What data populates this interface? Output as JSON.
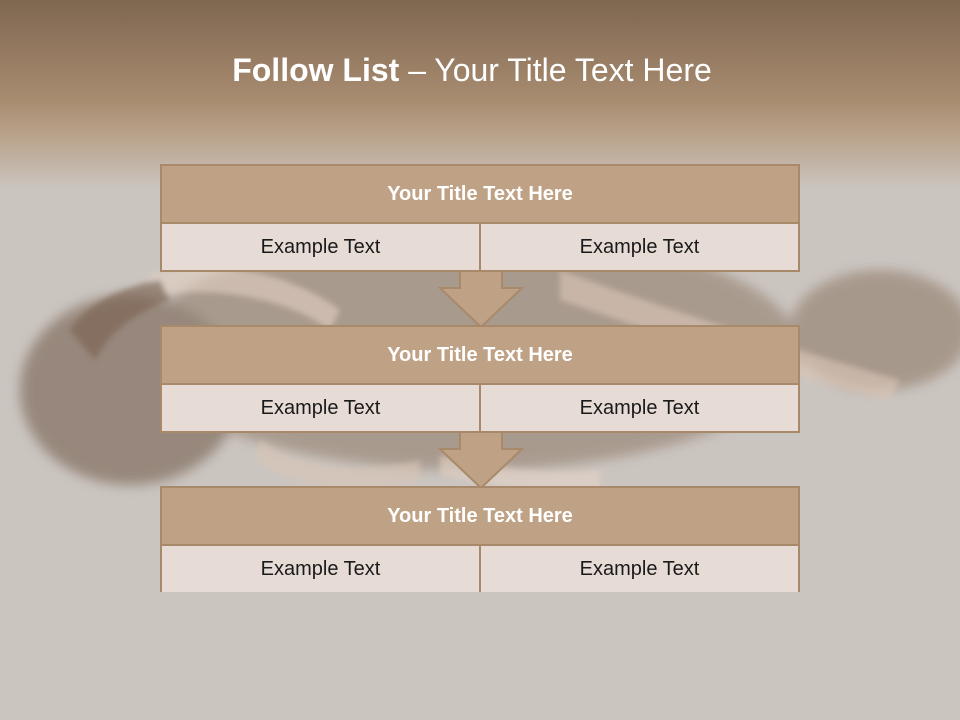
{
  "slide": {
    "title_bold": "Follow List",
    "title_rest": " – Your Title Text Here"
  },
  "blocks": [
    {
      "header": "Your Title Text Here",
      "left": "Example Text",
      "right": "Example Text"
    },
    {
      "header": "Your Title Text Here",
      "left": "Example Text",
      "right": "Example Text"
    },
    {
      "header": "Your Title Text Here",
      "left": "Example Text",
      "right": "Example Text"
    }
  ],
  "colors": {
    "header_fill": "#bfa285",
    "cell_fill": "#e6dcd5",
    "border": "#a88a6b",
    "top_band": "#a88c70",
    "background": "#cbc5c0"
  }
}
